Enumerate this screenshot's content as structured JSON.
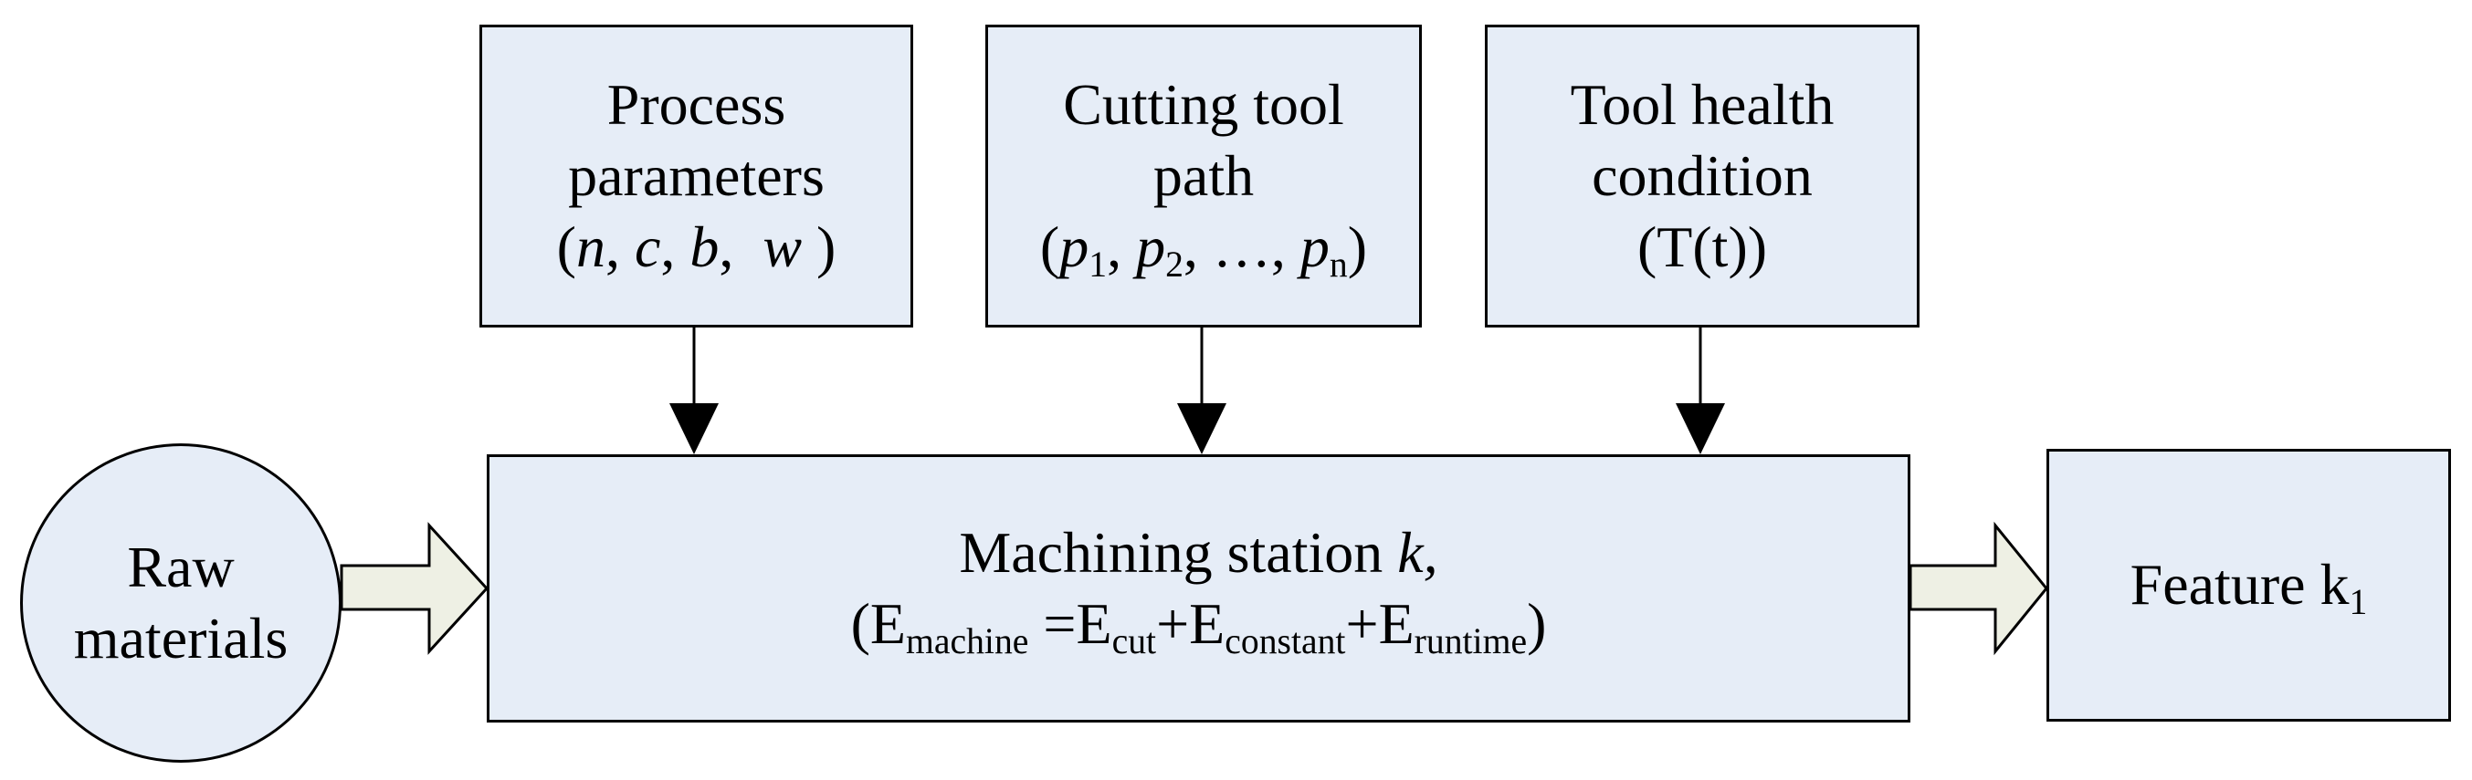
{
  "nodes": {
    "process_parameters": {
      "line1": "Process",
      "line2": "parameters",
      "open": "(",
      "v1": "n",
      "v2": "c",
      "v3": "b",
      "v4": "w",
      "close": ")"
    },
    "cutting_tool_path": {
      "line1": "Cutting tool",
      "line2": "path",
      "open": "(",
      "p": "p",
      "s1": "1",
      "s2": "2",
      "ellipsis": "…",
      "sn": "n",
      "close": ")"
    },
    "tool_health": {
      "line1": "Tool health",
      "line2": "condition",
      "line3": "(T(t))"
    },
    "raw_materials": {
      "line1": "Raw",
      "line2": "materials"
    },
    "machining_station": {
      "title": "Machining station",
      "k": "k,",
      "open": "(E",
      "sub_machine": "machine",
      "eq": " =E",
      "sub_cut": "cut",
      "plus1": "+E",
      "sub_constant": "constant",
      "plus2": "+E",
      "sub_runtime": "runtime",
      "close": ")"
    },
    "feature": {
      "label": "Feature k",
      "sub": "1"
    }
  },
  "colors": {
    "box_fill": "#e6edf7",
    "arrow_fill": "#eef0e4",
    "stroke": "#000000"
  }
}
